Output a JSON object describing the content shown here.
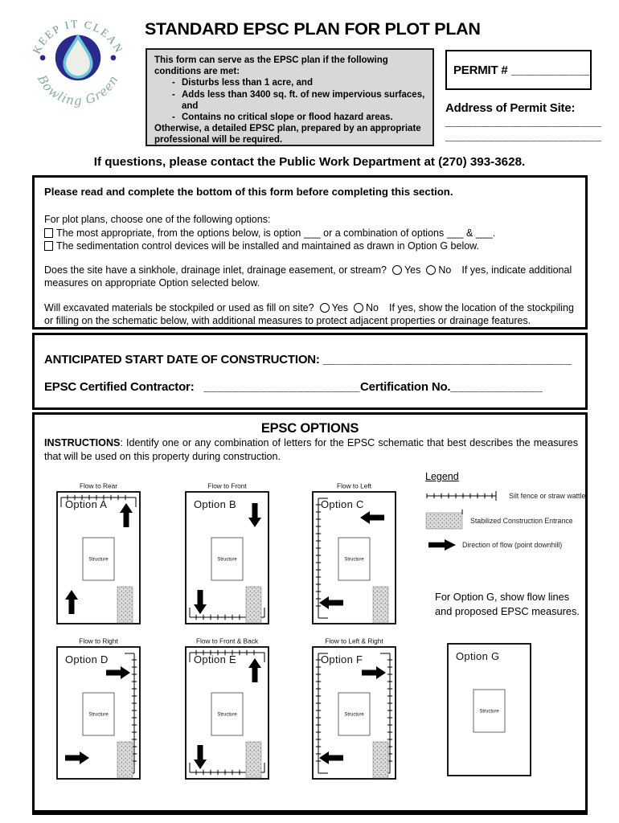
{
  "logo": {
    "top_text": "KEEP IT CLEAN",
    "bottom_text": "Bowling Green"
  },
  "header": {
    "title": "STANDARD EPSC PLAN FOR PLOT PLAN",
    "conditions_intro": "This form can serve as the EPSC plan if the following conditions are met:",
    "bullet_marker": "-",
    "conditions": [
      "Disturbs less than 1 acre, and",
      "Adds less than 3400 sq. ft. of new impervious surfaces, and",
      "Contains no critical slope or flood hazard areas."
    ],
    "conditions_outro": "Otherwise, a detailed EPSC plan, prepared by an appropriate professional will be required.",
    "permit_label": "PERMIT #",
    "permit_blank": "___________",
    "address_label": "Address of Permit Site:",
    "address_blank_1": "______________________",
    "address_blank_2": "______________________",
    "contact": "If questions, please contact the Public Work Department at (270) 393-3628."
  },
  "section1": {
    "heading": "Please read and complete the bottom of this form before completing this section.",
    "choose_intro": "For plot plans, choose one of the following options:",
    "choice1": "The most appropriate, from the options below, is option ___ or a combination of options ___ & ___.",
    "choice2": "The sedimentation control devices will be installed and maintained as drawn in Option G below.",
    "q1_text": "Does the site have a sinkhole, drainage inlet, drainage easement, or stream?",
    "q1_suffix": "If yes, indicate additional measures on appropriate Option selected below.",
    "q2_text": "Will excavated materials be stockpiled or used as fill on site?",
    "q2_suffix": "If yes, show the location of the stockpiling or filling on the schematic below, with additional measures to protect adjacent properties or drainage features.",
    "yes_label": "Yes",
    "no_label": "No"
  },
  "section2": {
    "start_label": "ANTICIPATED START DATE OF CONSTRUCTION:",
    "start_blank": "___________________________________",
    "contractor_label": "EPSC Certified Contractor:",
    "contractor_blank": "______________________",
    "cert_label": "Certification No.",
    "cert_blank": "_____________"
  },
  "section3": {
    "title": "EPSC OPTIONS",
    "instructions_label": "INSTRUCTIONS",
    "instructions_rest": ": Identify one or any combination of letters for the EPSC schematic that best describes the measures that will be used on this property during construction.",
    "structure_label": "Structure",
    "legend": {
      "title": "Legend",
      "items": [
        {
          "icon": "silt-fence",
          "label": "Silt fence or straw wattle"
        },
        {
          "icon": "construction-entrance",
          "label": "Stabilized Construction Entrance"
        },
        {
          "icon": "flow-arrow",
          "label": "Direction of flow (point downhill)"
        }
      ]
    },
    "note_lines": [
      "For Option G, show flow lines",
      "and proposed EPSC measures."
    ],
    "colors": {
      "ink": "#000000",
      "gray_fill": "#d8d8d8",
      "logo_navy": "#2a2a8a",
      "logo_cyan": "#6cc5d8",
      "logo_sage": "#6f9595",
      "logo_green": "#86b09c"
    },
    "diagrams": [
      {
        "id": "A",
        "label": "Option A",
        "flow": "Flow to Rear",
        "fences": [
          "top"
        ],
        "arrows": [
          [
            "tr",
            "up"
          ],
          [
            "bl",
            "up"
          ]
        ],
        "entrance": true
      },
      {
        "id": "B",
        "label": "Option B",
        "flow": "Flow to Front",
        "fences": [
          "bottom"
        ],
        "arrows": [
          [
            "tr",
            "down"
          ],
          [
            "bl",
            "down"
          ]
        ],
        "entrance": true
      },
      {
        "id": "C",
        "label": "Option C",
        "flow": "Flow to Left",
        "fences": [
          "left"
        ],
        "arrows": [
          [
            "tr",
            "left"
          ],
          [
            "bl",
            "left"
          ]
        ],
        "entrance": true
      },
      {
        "id": "D",
        "label": "Option D",
        "flow": "Flow to Right",
        "fences": [
          "right"
        ],
        "arrows": [
          [
            "tr",
            "right"
          ],
          [
            "bl",
            "right"
          ]
        ],
        "entrance": true
      },
      {
        "id": "E",
        "label": "Option E",
        "flow": "Flow to Front & Back",
        "fences": [
          "top",
          "bottom"
        ],
        "arrows": [
          [
            "tr",
            "up"
          ],
          [
            "bl",
            "down"
          ]
        ],
        "entrance": true
      },
      {
        "id": "F",
        "label": "Option F",
        "flow": "Flow to Left & Right",
        "fences": [
          "left",
          "right"
        ],
        "arrows": [
          [
            "tr",
            "right"
          ],
          [
            "bl",
            "left"
          ]
        ],
        "entrance": true
      },
      {
        "id": "G",
        "label": "Option G",
        "flow": "",
        "fences": [],
        "arrows": [],
        "entrance": false
      }
    ]
  }
}
